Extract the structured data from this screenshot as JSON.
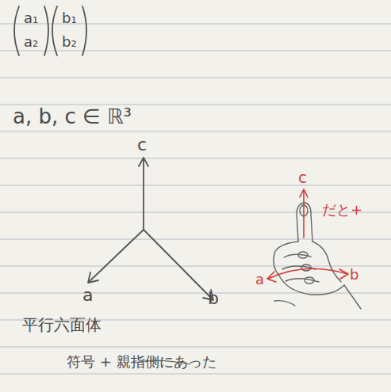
{
  "diagram": {
    "labels": [
      "a₁",
      "a₂",
      "b₁",
      "b₂",
      "a, b, c ∈ ℝ³",
      "c",
      "a",
      "b",
      "c",
      "a",
      "b",
      "だと+",
      "平行六面体",
      "符号 + 親指側にあった"
    ]
  }
}
